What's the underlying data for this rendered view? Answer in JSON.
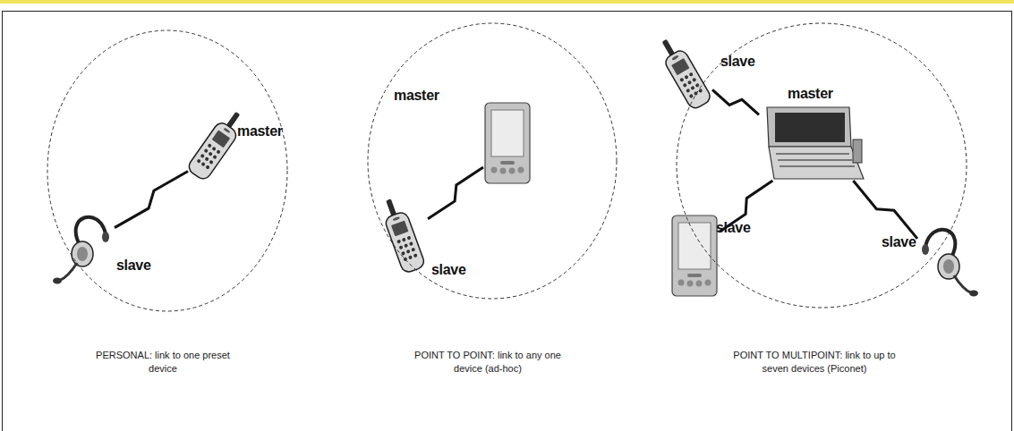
{
  "diagram": {
    "nodes": [
      {
        "text": [
          "PERSONAL: link to one preset device"
        ]
      },
      {
        "text": [
          "master"
        ],
        "in": 0
      },
      {
        "text": [
          "slave"
        ],
        "in": 0
      },
      {
        "text": [
          "POINT TO POINT: link to any one device (ad-hoc)"
        ]
      },
      {
        "text": [
          "master"
        ],
        "in": 3
      },
      {
        "text": [
          "slave"
        ],
        "in": 3
      },
      {
        "text": [
          "POINT TO MULTIPOINT: link to up to seven devices (Piconet)"
        ]
      },
      {
        "text": [
          "slave"
        ],
        "in": 6
      },
      {
        "text": [
          "master"
        ],
        "in": 6
      },
      {
        "text": [
          "slave"
        ],
        "in": 6
      },
      {
        "text": [
          "slave"
        ],
        "in": 6
      }
    ],
    "edges": [
      {
        "from": 1,
        "to": 2,
        "arrow": "none"
      },
      {
        "from": 4,
        "to": 5,
        "arrow": "none"
      },
      {
        "from": 8,
        "to": 7,
        "arrow": "none"
      },
      {
        "from": 8,
        "to": 9,
        "arrow": "none"
      },
      {
        "from": 8,
        "to": 10,
        "arrow": "none"
      }
    ]
  }
}
